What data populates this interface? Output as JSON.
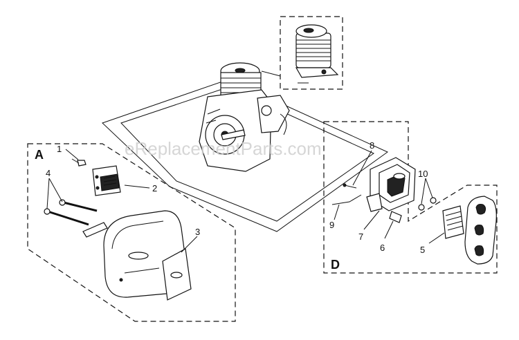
{
  "watermark": "eReplacementParts.com",
  "sections": [
    {
      "letter": "A"
    },
    {
      "letter": "D"
    }
  ],
  "callouts": [
    "1",
    "2",
    "3",
    "4",
    "5",
    "6",
    "7",
    "8",
    "9",
    "10"
  ]
}
